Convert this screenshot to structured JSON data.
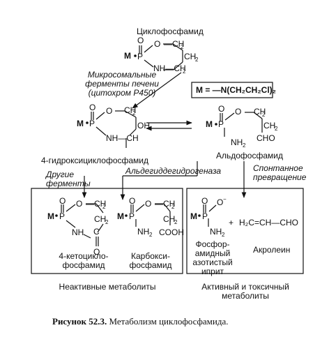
{
  "labels": {
    "top_title": "Циклофосфамид",
    "enzyme_1": "Микросомальные",
    "enzyme_2": "ферменты печени",
    "enzyme_3": "(цитохром P450)",
    "m_def": "M = —N(CH₂CH₂Cl)₂",
    "hydroxy": "4-гидроксициклофосфамид",
    "aldo": "Альдофосфамид",
    "other_1": "Другие",
    "other_2": "ферменты",
    "aldehyde_dh": "Альдегиддегидрогеназа",
    "spont_1": "Спонтанное",
    "spont_2": "превращение",
    "keto_1": "4-кетоцикло-",
    "keto_2": "фосфамид",
    "carboxy_1": "Карбокси-",
    "carboxy_2": "фосфамид",
    "phosphor_1": "Фосфор-",
    "phosphor_2": "амидный",
    "phosphor_3": "азотистый",
    "phosphor_4": "иприт",
    "acrolein": "Акролеин",
    "acrolein_formula": "H₂C=CH—CHO",
    "plus": "+",
    "inactive": "Неактивные метаболиты",
    "active_1": "Активный и токсичный",
    "active_2": "метаболиты",
    "caption_bold": "Рисунок 52.3.",
    "caption_text": " Метаболизм циклофосфамида."
  }
}
